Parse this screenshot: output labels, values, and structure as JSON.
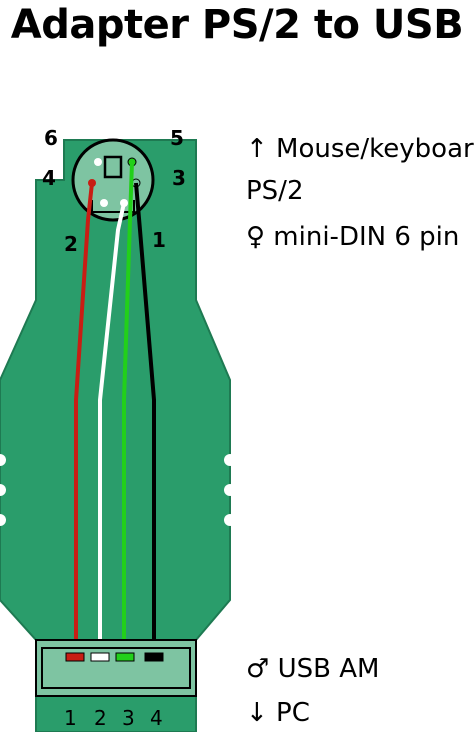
{
  "title": "Adapter PS/2 to USB",
  "top_labels": {
    "line1": "↑ Mouse/keyboard",
    "line2": "PS/2",
    "line3": "♀ mini-DIN 6 pin"
  },
  "bottom_labels": {
    "line1": "♂ USB AM",
    "line2": "↓ PC"
  },
  "ps2_pin_labels": {
    "p1": "1",
    "p2": "2",
    "p3": "3",
    "p4": "4",
    "p5": "5",
    "p6": "6"
  },
  "usb_pin_labels": {
    "p1": "1",
    "p2": "2",
    "p3": "3",
    "p4": "4"
  },
  "colors": {
    "board": "#2a9d6b",
    "board_outline": "#1e7a52",
    "connector_face": "#7ec4a2",
    "wire_red": "#c81e14",
    "wire_white": "#ffffff",
    "wire_green": "#22d01a",
    "wire_black": "#000000"
  }
}
